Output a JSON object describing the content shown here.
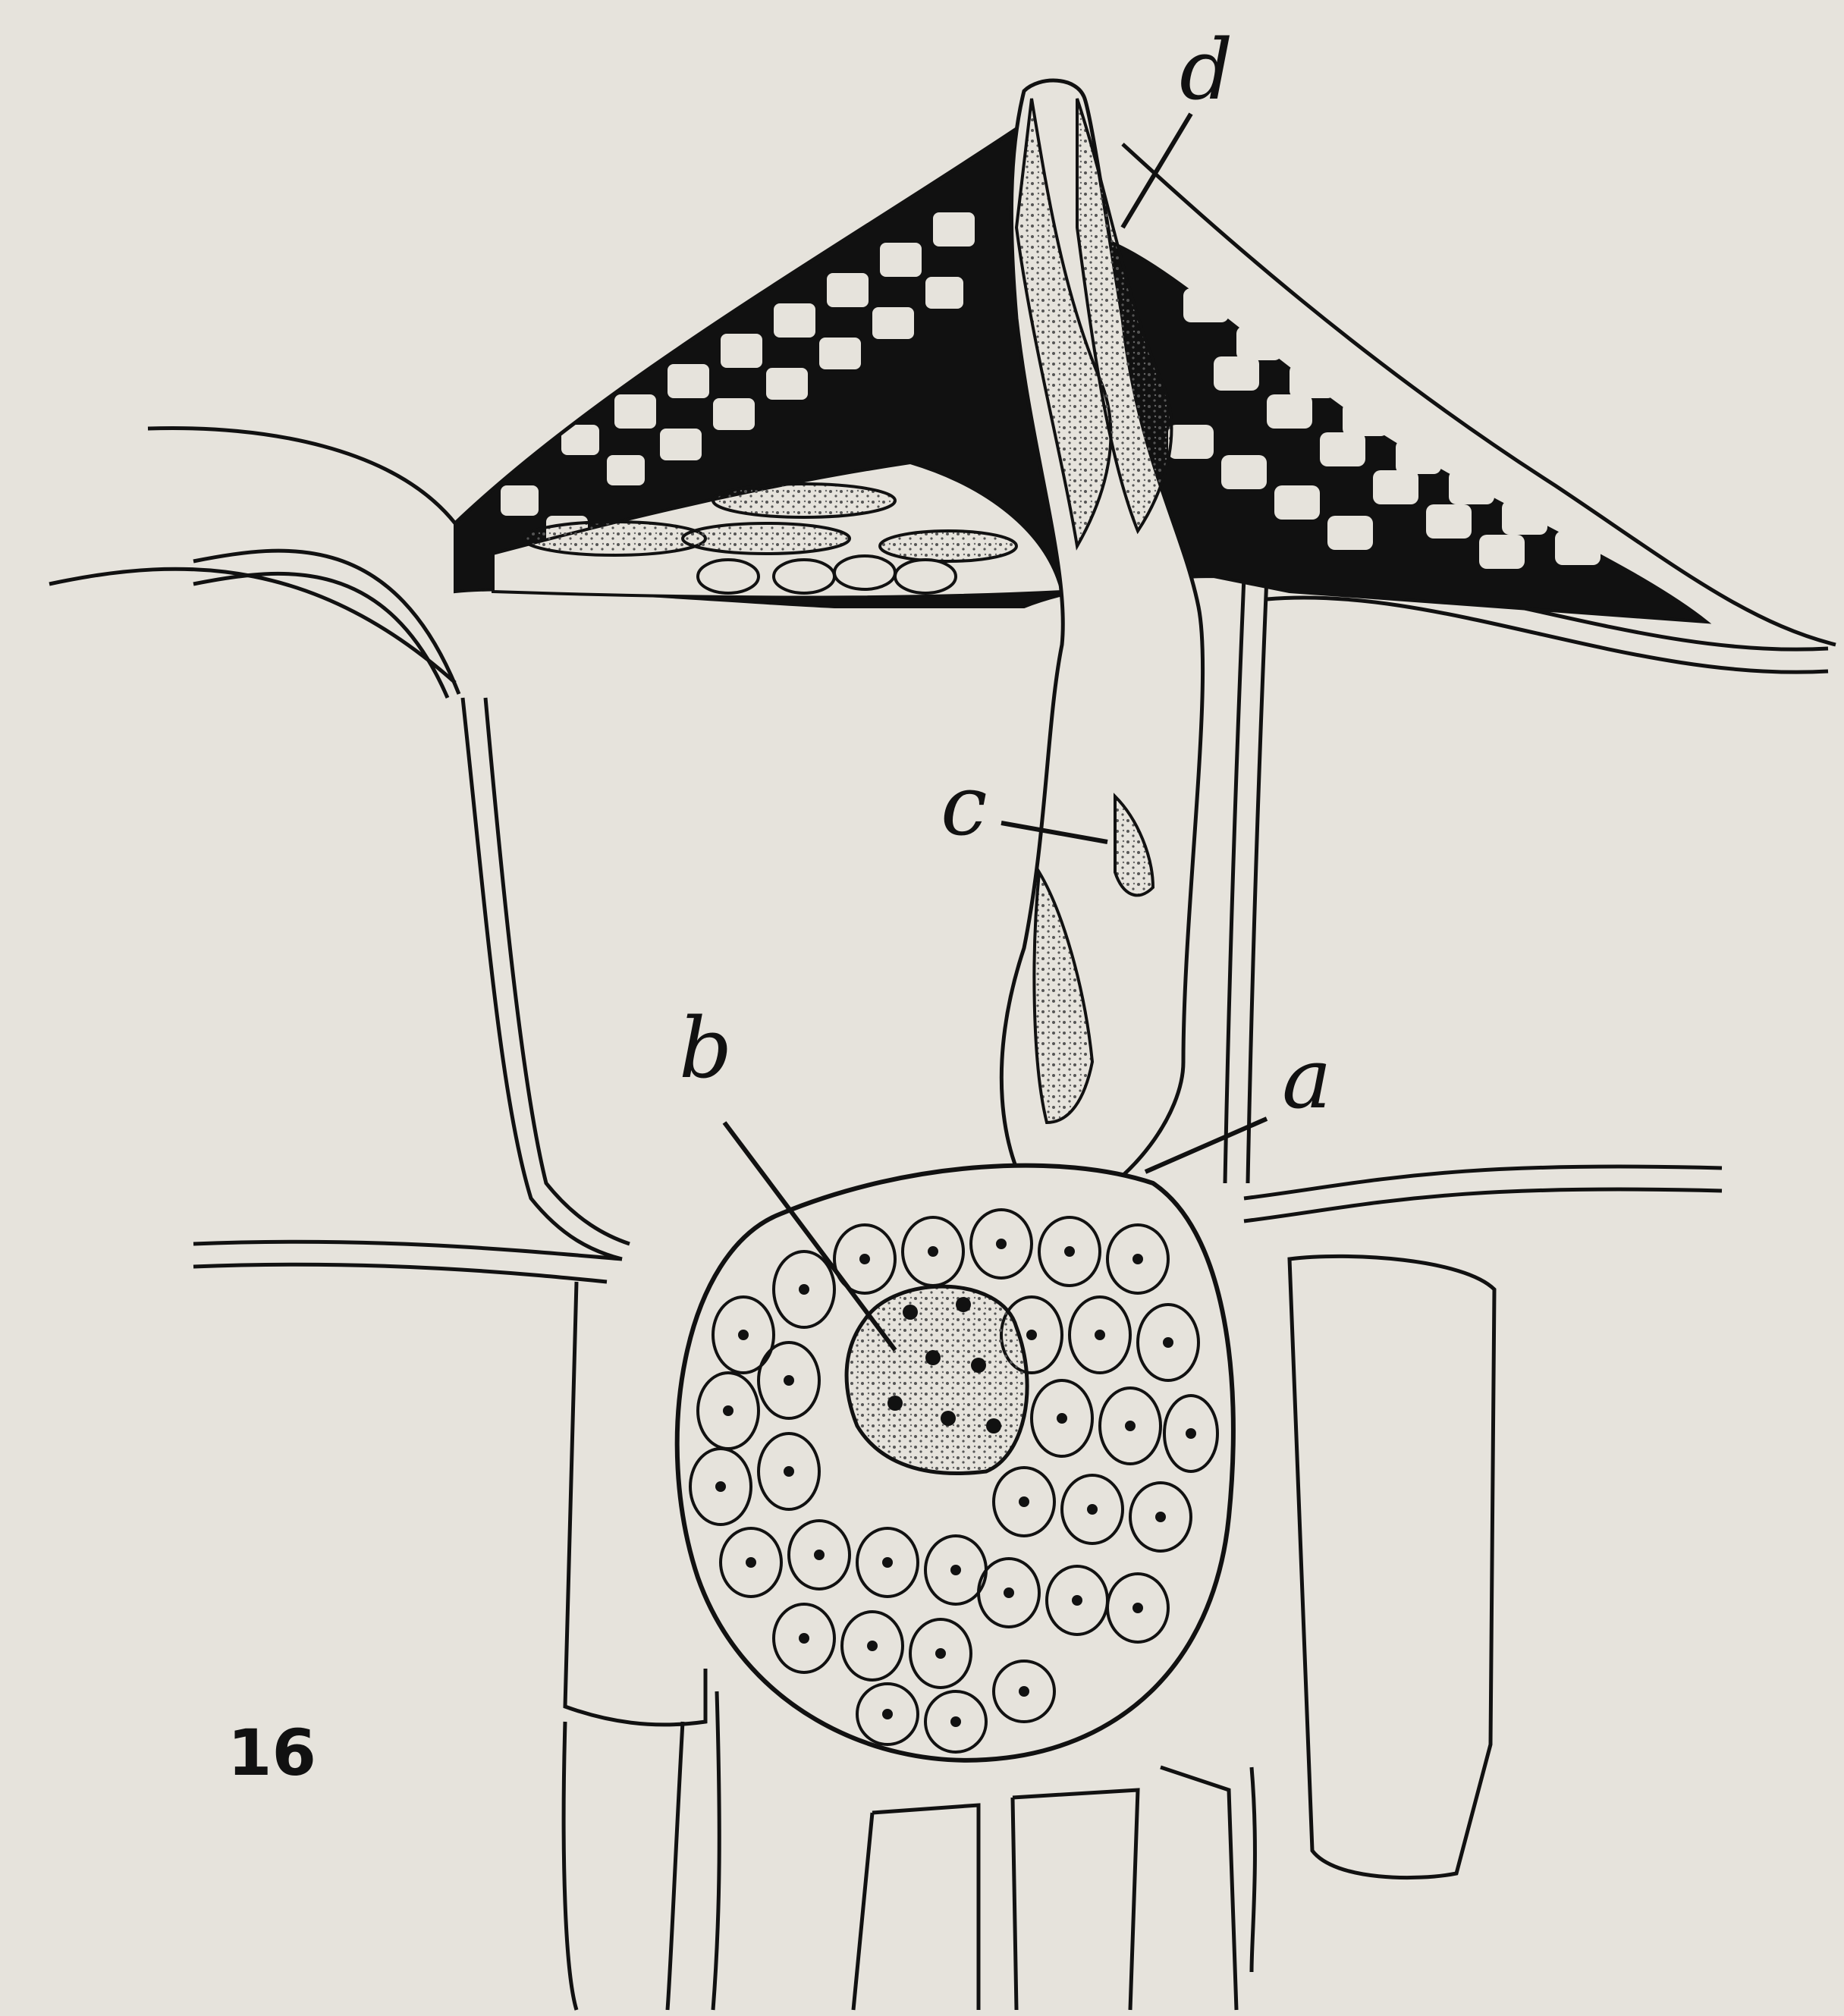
{
  "figure": {
    "number": "16",
    "labels": {
      "a": "a",
      "b": "b",
      "c": "c",
      "d": "d"
    },
    "colors": {
      "paper": "#e6e3dc",
      "ink": "#111111",
      "stipple": "#555555"
    }
  }
}
